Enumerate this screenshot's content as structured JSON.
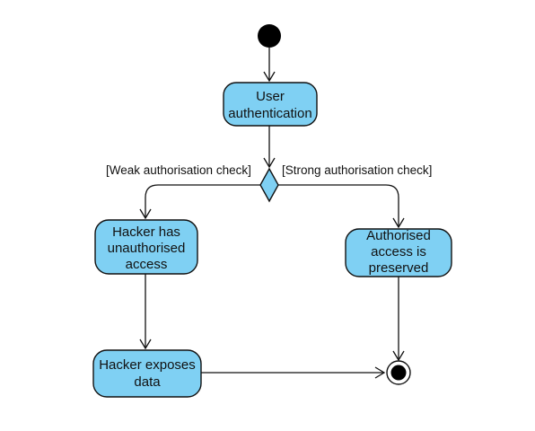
{
  "diagram": {
    "type": "uml-activity",
    "colors": {
      "node_fill": "#7fd0f3",
      "stroke": "#111111",
      "start_fill": "#000000",
      "background": "#ffffff"
    },
    "nodes": {
      "user_auth": [
        "User",
        "authentication"
      ],
      "unauthorised": [
        "Hacker has",
        "unauthorised",
        "access"
      ],
      "preserved": [
        "Authorised",
        "access is",
        "preserved"
      ],
      "exposes": [
        "Hacker exposes",
        "data"
      ]
    },
    "guards": {
      "weak": "[Weak authorisation check]",
      "strong": "[Strong authorisation check]"
    }
  }
}
